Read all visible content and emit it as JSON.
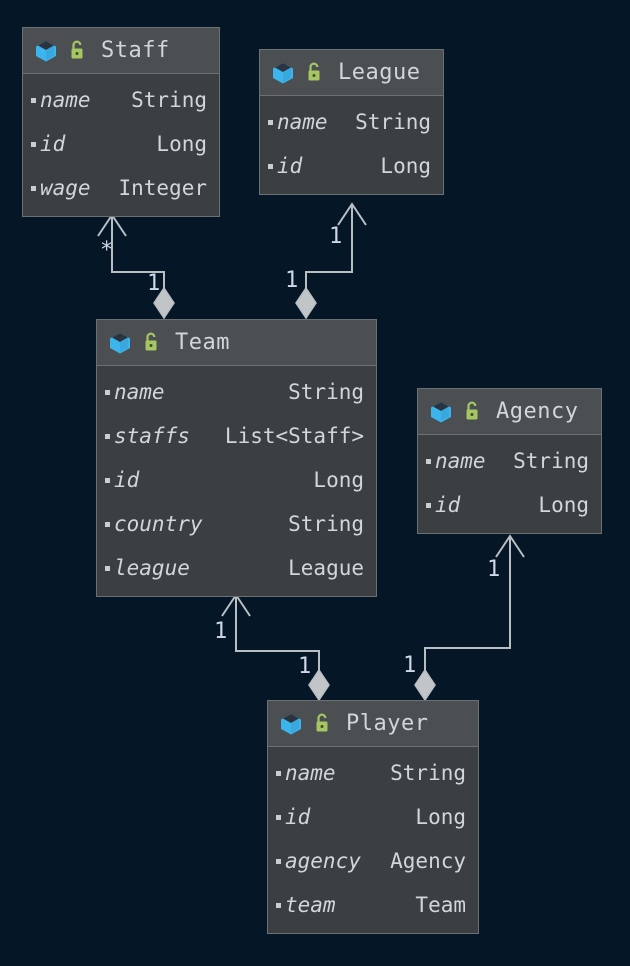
{
  "diagram": {
    "kind": "uml-class-diagram",
    "background_color": "#051627",
    "box_header_color": "#4b4f51",
    "box_body_color": "#3b3f41",
    "box_border_color": "#6b7073",
    "text_color": "#d2d6d9",
    "edge_color": "#b9bec2",
    "multiplicity_color": "#ced8e8",
    "class_icon_color": "#3cb4ec",
    "lock_icon_color": "#a5c663",
    "icons": {
      "class": "class-cube-icon",
      "visibility": "open-padlock-icon",
      "field": "field-bullet-icon"
    }
  },
  "classes": [
    {
      "id": "staff",
      "name": "Staff",
      "visibility": "public",
      "fields": [
        {
          "name": "name",
          "type": "String"
        },
        {
          "name": "id",
          "type": "Long"
        },
        {
          "name": "wage",
          "type": "Integer"
        }
      ]
    },
    {
      "id": "league",
      "name": "League",
      "visibility": "public",
      "fields": [
        {
          "name": "name",
          "type": "String"
        },
        {
          "name": "id",
          "type": "Long"
        }
      ]
    },
    {
      "id": "team",
      "name": "Team",
      "visibility": "public",
      "fields": [
        {
          "name": "name",
          "type": "String"
        },
        {
          "name": "staffs",
          "type": "List<Staff>"
        },
        {
          "name": "id",
          "type": "Long"
        },
        {
          "name": "country",
          "type": "String"
        },
        {
          "name": "league",
          "type": "League"
        }
      ]
    },
    {
      "id": "agency",
      "name": "Agency",
      "visibility": "public",
      "fields": [
        {
          "name": "name",
          "type": "String"
        },
        {
          "name": "id",
          "type": "Long"
        }
      ]
    },
    {
      "id": "player",
      "name": "Player",
      "visibility": "public",
      "fields": [
        {
          "name": "name",
          "type": "String"
        },
        {
          "name": "id",
          "type": "Long"
        },
        {
          "name": "agency",
          "type": "Agency"
        },
        {
          "name": "team",
          "type": "Team"
        }
      ]
    }
  ],
  "relationships": [
    {
      "id": "team-staffs",
      "from": "team",
      "to": "staff",
      "type": "aggregation",
      "source_multiplicity": "1",
      "target_multiplicity": "*"
    },
    {
      "id": "team-league",
      "from": "team",
      "to": "league",
      "type": "aggregation",
      "source_multiplicity": "1",
      "target_multiplicity": "1"
    },
    {
      "id": "player-team",
      "from": "player",
      "to": "team",
      "type": "aggregation",
      "source_multiplicity": "1",
      "target_multiplicity": "1"
    },
    {
      "id": "player-agency",
      "from": "player",
      "to": "agency",
      "type": "aggregation",
      "source_multiplicity": "1",
      "target_multiplicity": "1"
    }
  ]
}
